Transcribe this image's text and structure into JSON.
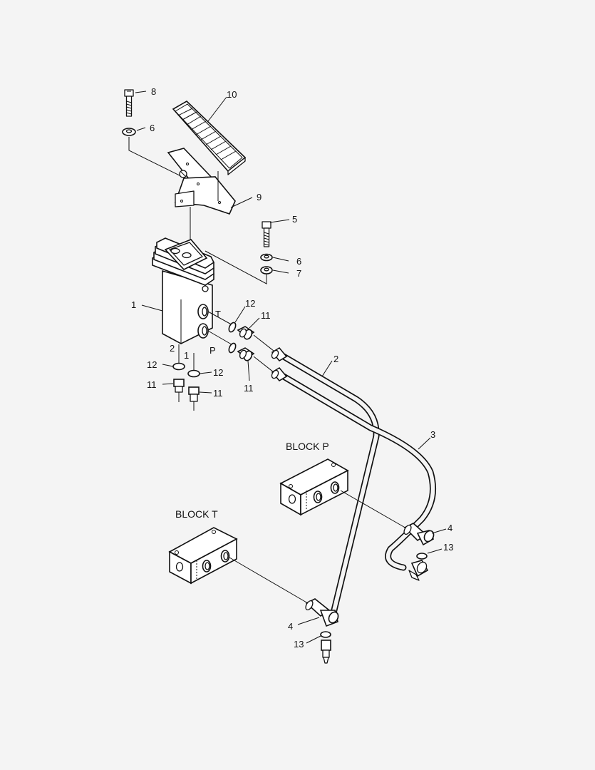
{
  "callouts": {
    "c8": "8",
    "c10": "10",
    "c6a": "6",
    "c9": "9",
    "c5": "5",
    "c6b": "6",
    "c7": "7",
    "c1a": "1",
    "c12a": "12",
    "c11a": "11",
    "cT": "T",
    "cP": "P",
    "c2a": "2",
    "c1b": "1",
    "c12b": "12",
    "c12c": "12",
    "c11b": "11",
    "c11c": "11",
    "c11d": "11",
    "c2b": "2",
    "c3": "3",
    "c4a": "4",
    "c13a": "13",
    "c4b": "4",
    "c13b": "13"
  },
  "blocks": {
    "p": "BLOCK P",
    "t": "BLOCK T"
  }
}
